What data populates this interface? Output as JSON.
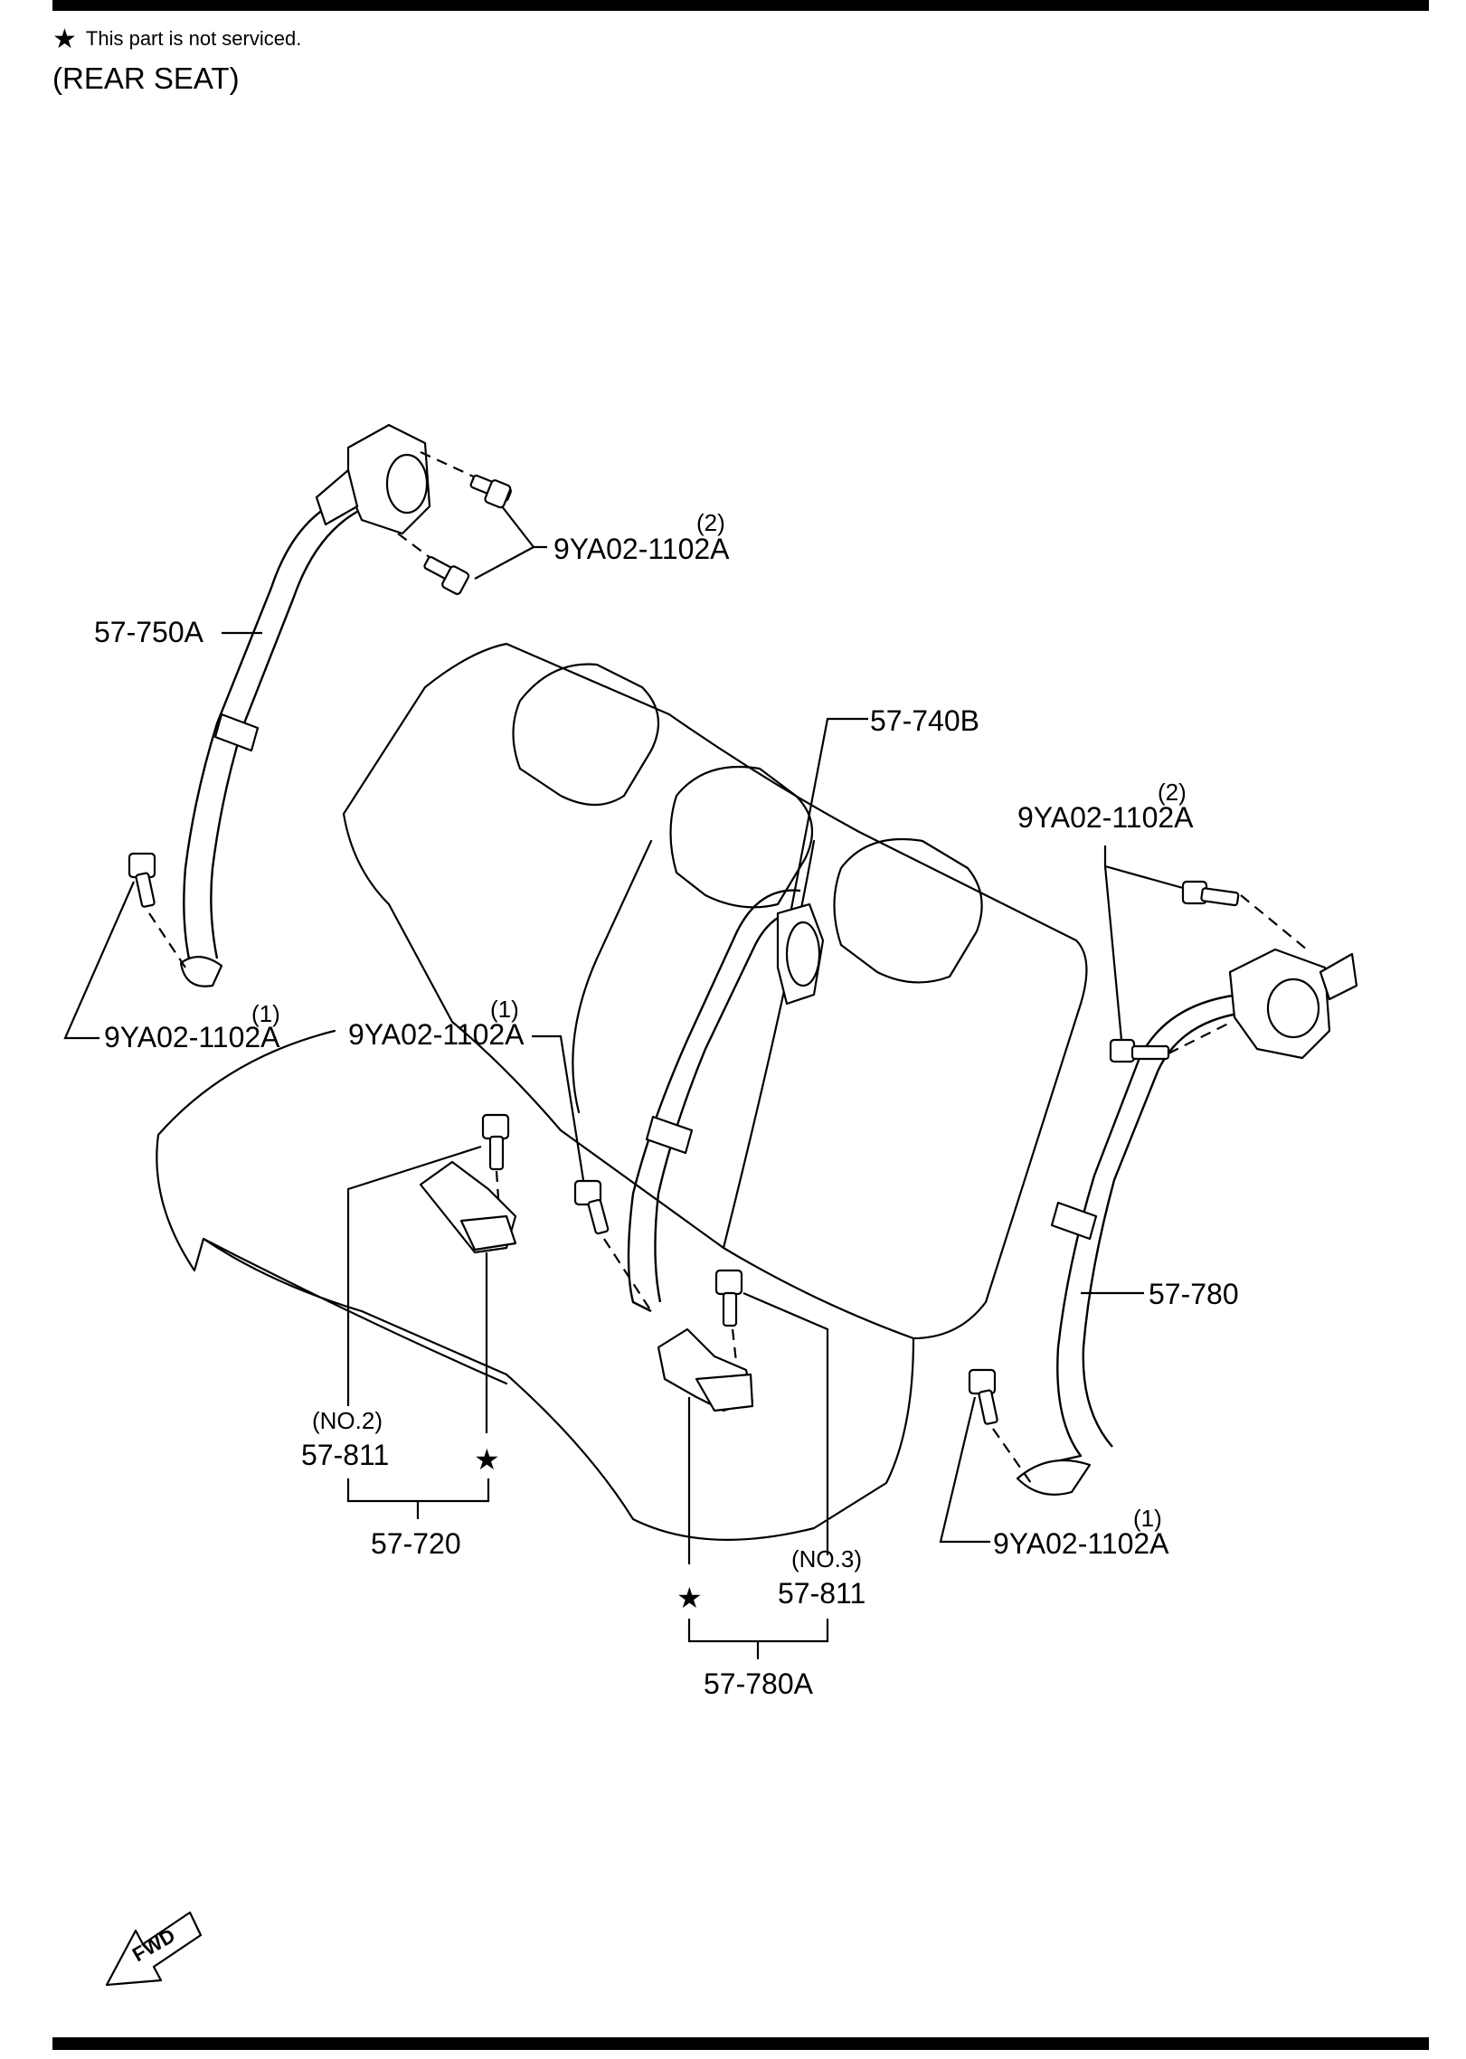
{
  "header": {
    "note_symbol": "★",
    "note_text": "This part is not serviced.",
    "subtitle": "(REAR SEAT)"
  },
  "labels": {
    "p57_750a": "57-750A",
    "p57_740b": "57-740B",
    "p57_780": "57-780",
    "p57_720": "57-720",
    "p57_780a": "57-780A",
    "p57_811_left": "57-811",
    "p57_811_right": "57-811",
    "no2": "(NO.2)",
    "no3": "(NO.3)",
    "bolt_top_left": "9YA02-1102A",
    "bolt_top_left_qty": "(2)",
    "bolt_left": "9YA02-1102A",
    "bolt_left_qty": "(1)",
    "bolt_center": "9YA02-1102A",
    "bolt_center_qty": "(1)",
    "bolt_top_right": "9YA02-1102A",
    "bolt_top_right_qty": "(2)",
    "bolt_bottom_right": "9YA02-1102A",
    "bolt_bottom_right_qty": "(1)",
    "star_left": "★",
    "star_right": "★",
    "fwd": "FWD"
  }
}
